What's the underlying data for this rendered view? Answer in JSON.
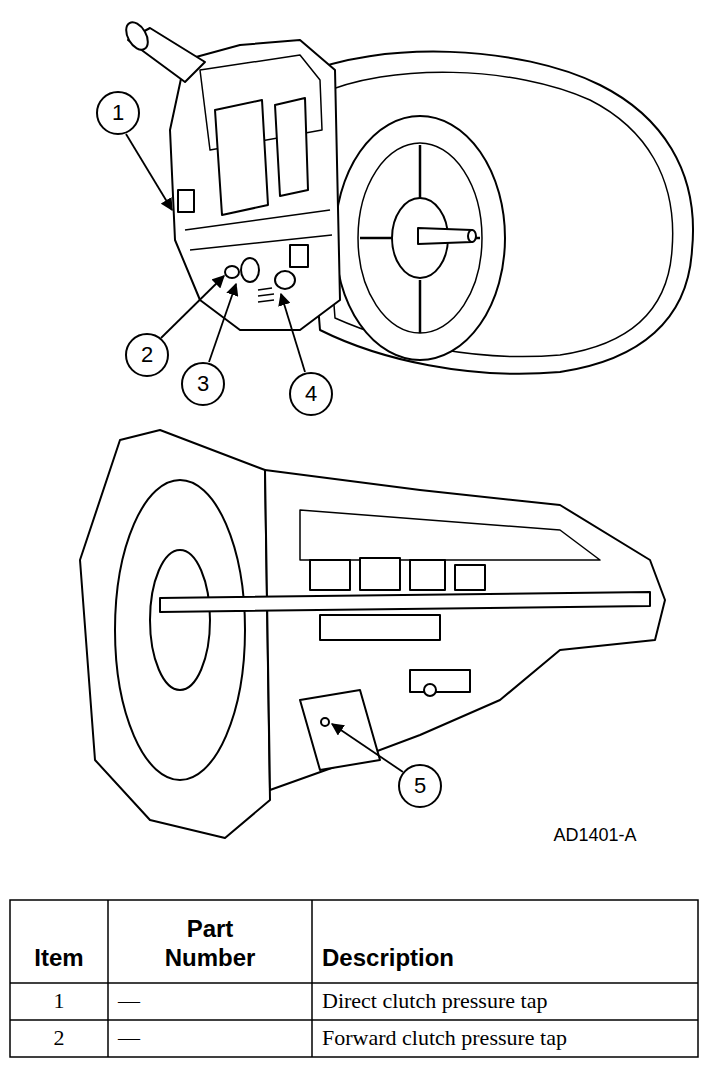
{
  "diagram": {
    "nodes": [
      {
        "text": [
          "1"
        ]
      },
      {
        "text": [
          "2"
        ]
      },
      {
        "text": [
          "3"
        ]
      },
      {
        "text": [
          "4"
        ]
      },
      {
        "text": [
          "5"
        ]
      }
    ],
    "labels": [
      "AD1401-A",
      "Item",
      "Part Number",
      "Description",
      "1",
      "—",
      "Direct clutch pressure tap",
      "2",
      "—",
      "Forward clutch pressure tap"
    ]
  }
}
